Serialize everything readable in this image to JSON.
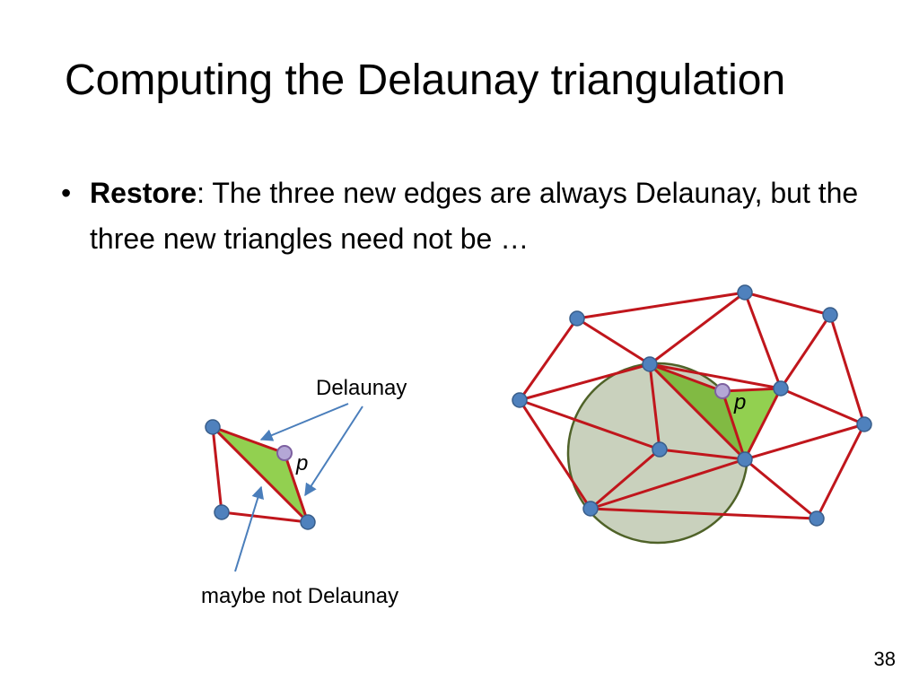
{
  "slide": {
    "title": "Computing the Delaunay triangulation",
    "bullet": {
      "term": "Restore",
      "text": ": The three new edges are always Delaunay, but the three new triangles need not be …"
    },
    "page_number": "38"
  },
  "left_diagram": {
    "label_delaunay": "Delaunay",
    "label_maybe_not": "maybe not Delaunay",
    "point_label": "p"
  },
  "right_diagram": {
    "point_label": "p"
  },
  "colors": {
    "edge": "#c0161c",
    "vertex_fill": "#4f81bd",
    "vertex_stroke": "#385d8a",
    "new_point_fill": "#b4a7d6",
    "new_point_stroke": "#7d60a0",
    "triangle_fill": "#92d050",
    "triangle_overlap_fill": "#76ac3a",
    "circle_fill": "#c9d1bd",
    "circle_stroke": "#4f6228",
    "arrow": "#4a7ebb"
  }
}
